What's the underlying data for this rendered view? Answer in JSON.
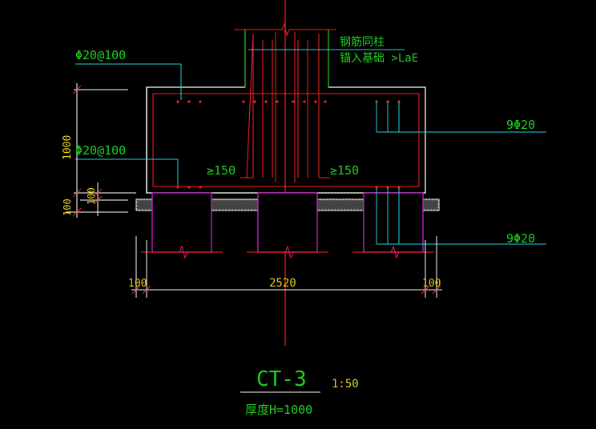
{
  "colors": {
    "background": "#000000",
    "footing_outline": "#ffffff",
    "rebar_red": "#ff2020",
    "column_green": "#20d020",
    "pile_magenta": "#d020d0",
    "dim_yellow": "#e8d020",
    "leader_cyan": "#20d0e0",
    "text_green": "#20d020",
    "text_cyan": "#20d0e0",
    "text_yellow": "#e8d020",
    "bedding_gray": "#888888"
  },
  "labels": {
    "top_rebar": "Φ20@100",
    "bottom_rebar": "Φ20@100",
    "column_note_1": "钢筋同柱",
    "column_note_2": "锚入基础 >LaE",
    "right_rebar_upper": "9Φ20",
    "right_rebar_lower": "9Φ20",
    "min_left": "≥150",
    "min_right": "≥150"
  },
  "dimensions": {
    "height_total": "1000",
    "cushion_100a": "100",
    "cushion_100b": "100",
    "left_edge": "100",
    "width": "2520",
    "right_edge": "100"
  },
  "title": {
    "name": "CT-3",
    "scale": "1:50",
    "thickness": "厚度H=1000"
  },
  "icons": {
    "break_mark": "break-line-icon"
  }
}
